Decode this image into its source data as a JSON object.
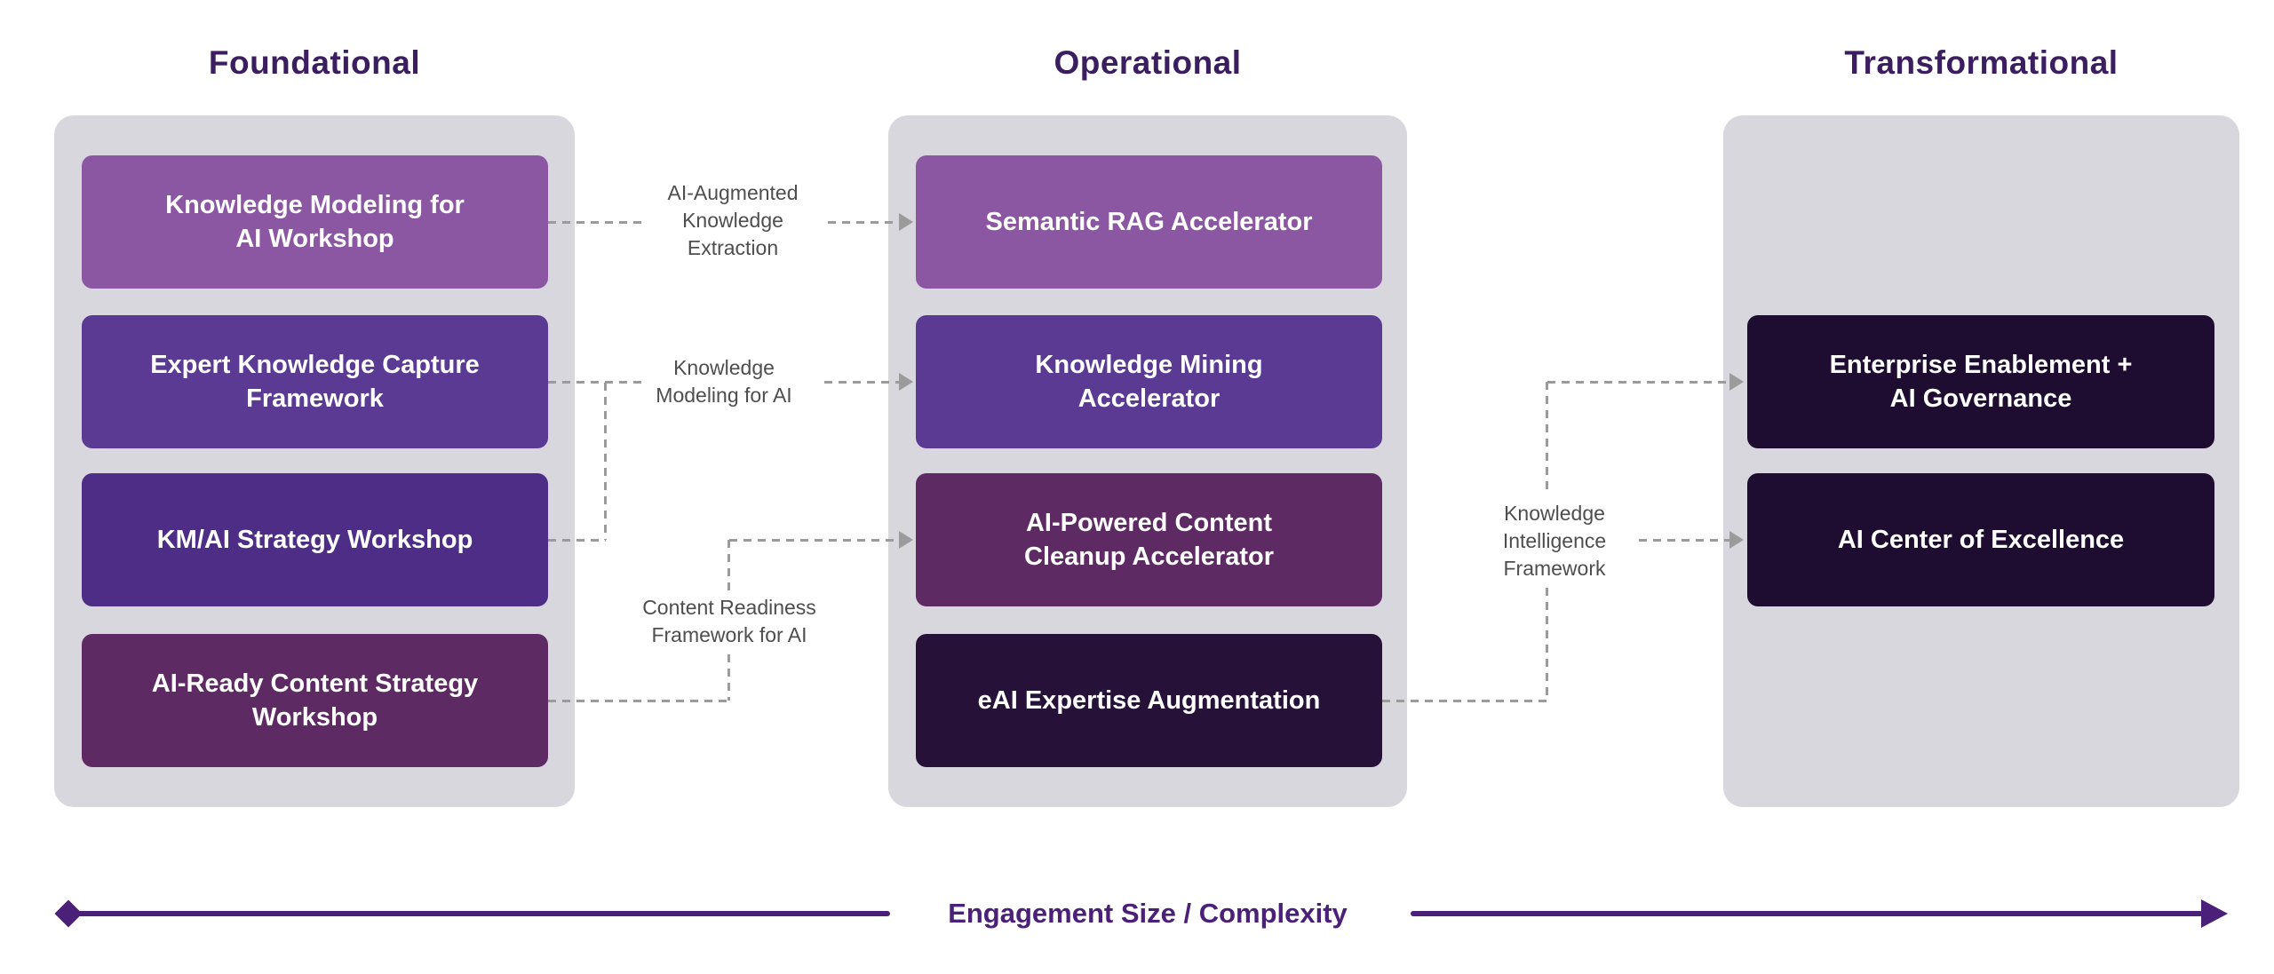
{
  "columns": [
    {
      "header": "Foundational",
      "boxes": [
        {
          "label": "Knowledge Modeling for\nAI Workshop"
        },
        {
          "label": "Expert Knowledge Capture\nFramework"
        },
        {
          "label": "KM/AI Strategy Workshop"
        },
        {
          "label": "AI-Ready Content Strategy\nWorkshop"
        }
      ]
    },
    {
      "header": "Operational",
      "boxes": [
        {
          "label": "Semantic RAG Accelerator"
        },
        {
          "label": "Knowledge Mining\nAccelerator"
        },
        {
          "label": "AI-Powered Content\nCleanup Accelerator"
        },
        {
          "label": "eAI Expertise Augmentation"
        }
      ]
    },
    {
      "header": "Transformational",
      "boxes": [
        {
          "label": "Enterprise Enablement +\nAI Governance"
        },
        {
          "label": "AI Center of Excellence"
        }
      ]
    }
  ],
  "connectors": [
    {
      "label": "AI-Augmented\nKnowledge\nExtraction"
    },
    {
      "label": "Knowledge\nModeling for AI"
    },
    {
      "label": "Content Readiness\nFramework for AI"
    },
    {
      "label": "Knowledge\nIntelligence\nFramework"
    }
  ],
  "axis": {
    "label": "Engagement Size / Complexity"
  },
  "palette": {
    "header_text": "#3b1e5f",
    "panel_background": "#d9d7de",
    "box_purple_light": "#8b57a3",
    "box_purple_mid": "#5a3a93",
    "box_purple_deep": "#4d2d86",
    "box_plum": "#5e2a63",
    "box_dark": "#261138",
    "box_darkest": "#1e0d30",
    "connector_line": "#9b9b9b",
    "connector_text": "#4e4e4e",
    "axis_purple": "#4b2078",
    "box_text": "#ffffff"
  }
}
